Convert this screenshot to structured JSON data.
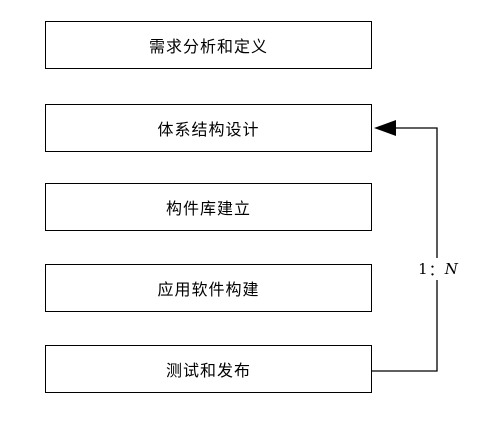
{
  "steps": [
    "需求分析和定义",
    "体系结构设计",
    "构件库建立",
    "应用软件构建",
    "测试和发布"
  ],
  "feedback": {
    "from_step": "测试和发布",
    "to_step": "体系结构设计",
    "ratio_left": "1",
    "ratio_separator": "：",
    "ratio_right": "N"
  },
  "colors": {
    "line": "#000000",
    "text": "#000000",
    "background": "#ffffff"
  }
}
